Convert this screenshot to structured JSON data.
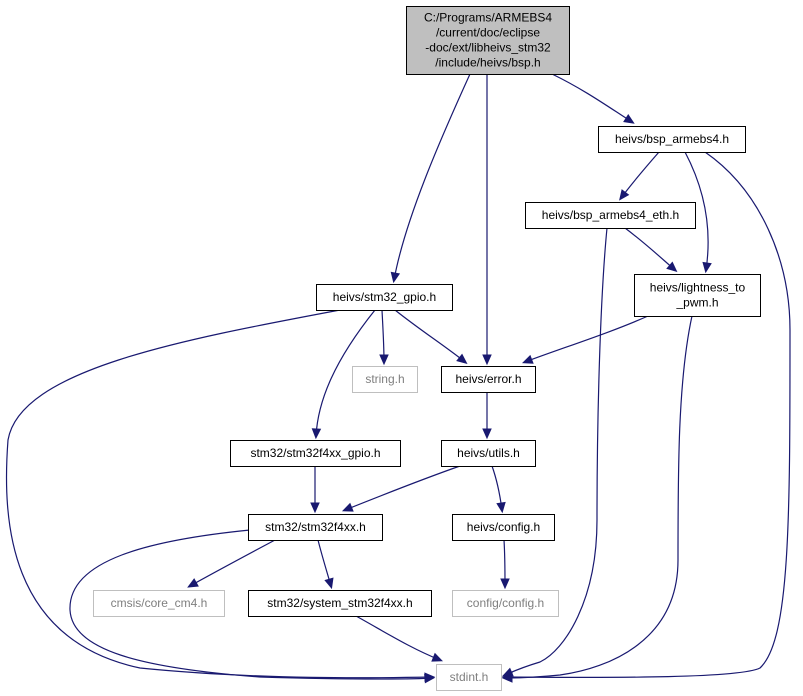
{
  "colors": {
    "edge": "#191970",
    "node_border": "#000000",
    "node_border_missing": "#bfbfbf",
    "text": "#000000",
    "text_missing": "#7f7f7f",
    "root_fill": "#bfbfbf",
    "node_fill": "#ffffff"
  },
  "nodes": [
    {
      "id": "bsp",
      "lines": [
        "C:/Programs/ARMEBS4",
        "/current/doc/eclipse",
        "-doc/ext/libheivs_stm32",
        "/include/heivs/bsp.h"
      ],
      "style": "root"
    },
    {
      "id": "bsp_armebs4",
      "lines": [
        "heivs/bsp_armebs4.h"
      ],
      "style": "normal"
    },
    {
      "id": "bsp_armebs4_eth",
      "lines": [
        "heivs/bsp_armebs4_eth.h"
      ],
      "style": "normal"
    },
    {
      "id": "lightness",
      "lines": [
        "heivs/lightness_to",
        "_pwm.h"
      ],
      "style": "normal"
    },
    {
      "id": "stm32_gpio",
      "lines": [
        "heivs/stm32_gpio.h"
      ],
      "style": "normal"
    },
    {
      "id": "string",
      "lines": [
        "string.h"
      ],
      "style": "missing"
    },
    {
      "id": "error",
      "lines": [
        "heivs/error.h"
      ],
      "style": "normal"
    },
    {
      "id": "f4xx_gpio",
      "lines": [
        "stm32/stm32f4xx_gpio.h"
      ],
      "style": "normal"
    },
    {
      "id": "utils",
      "lines": [
        "heivs/utils.h"
      ],
      "style": "normal"
    },
    {
      "id": "f4xx",
      "lines": [
        "stm32/stm32f4xx.h"
      ],
      "style": "normal"
    },
    {
      "id": "config",
      "lines": [
        "heivs/config.h"
      ],
      "style": "normal"
    },
    {
      "id": "core_cm4",
      "lines": [
        "cmsis/core_cm4.h"
      ],
      "style": "missing"
    },
    {
      "id": "system_f4xx",
      "lines": [
        "stm32/system_stm32f4xx.h"
      ],
      "style": "normal"
    },
    {
      "id": "config_config",
      "lines": [
        "config/config.h"
      ],
      "style": "missing"
    },
    {
      "id": "stdint",
      "lines": [
        "stdint.h"
      ],
      "style": "missing"
    }
  ],
  "edges": [
    {
      "from": "bsp",
      "to": "stm32_gpio"
    },
    {
      "from": "bsp",
      "to": "error"
    },
    {
      "from": "bsp",
      "to": "bsp_armebs4"
    },
    {
      "from": "bsp_armebs4",
      "to": "bsp_armebs4_eth"
    },
    {
      "from": "bsp_armebs4",
      "to": "lightness"
    },
    {
      "from": "bsp_armebs4",
      "to": "stdint"
    },
    {
      "from": "bsp_armebs4_eth",
      "to": "lightness"
    },
    {
      "from": "bsp_armebs4_eth",
      "to": "stdint"
    },
    {
      "from": "lightness",
      "to": "error"
    },
    {
      "from": "lightness",
      "to": "stdint"
    },
    {
      "from": "stm32_gpio",
      "to": "string"
    },
    {
      "from": "stm32_gpio",
      "to": "error"
    },
    {
      "from": "stm32_gpio",
      "to": "f4xx_gpio"
    },
    {
      "from": "stm32_gpio",
      "to": "stdint"
    },
    {
      "from": "error",
      "to": "utils"
    },
    {
      "from": "f4xx_gpio",
      "to": "f4xx"
    },
    {
      "from": "utils",
      "to": "f4xx"
    },
    {
      "from": "utils",
      "to": "config"
    },
    {
      "from": "f4xx",
      "to": "core_cm4"
    },
    {
      "from": "f4xx",
      "to": "system_f4xx"
    },
    {
      "from": "f4xx",
      "to": "stdint"
    },
    {
      "from": "config",
      "to": "config_config"
    },
    {
      "from": "system_f4xx",
      "to": "stdint"
    }
  ]
}
